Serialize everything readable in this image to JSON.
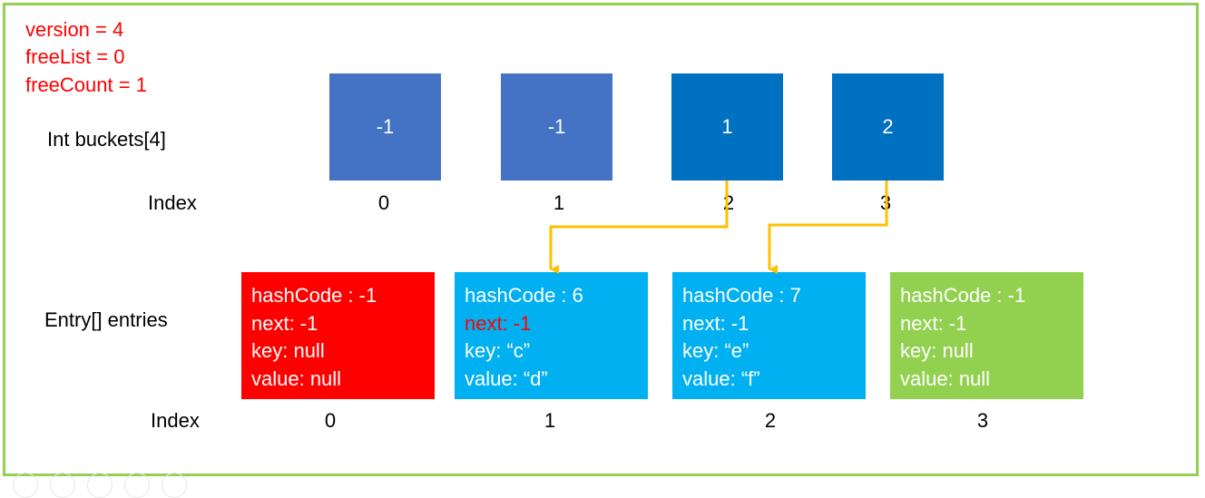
{
  "status": {
    "version": "version = 4",
    "freeList": "freeList = 0",
    "freeCount": "freeCount = 1"
  },
  "buckets": {
    "label": "Int buckets[4]",
    "index_label": "Index",
    "values": [
      "-1",
      "-1",
      "1",
      "2"
    ],
    "indices": [
      "0",
      "1",
      "2",
      "3"
    ],
    "colors": [
      "#4472c4",
      "#4472c4",
      "#0070c0",
      "#0070c0"
    ]
  },
  "entries": {
    "label": "Entry[] entries",
    "index_label": "Index",
    "indices": [
      "0",
      "1",
      "2",
      "3"
    ],
    "items": [
      {
        "hashCode": "hashCode : -1",
        "next": "next: -1",
        "key": "key: null",
        "value": "value: null",
        "color": "#ff0000"
      },
      {
        "hashCode": "hashCode : 6",
        "next": "next: -1",
        "key": "key: “c”",
        "value": "value: “d”",
        "color": "#00b0f0",
        "next_color": "#ff0000"
      },
      {
        "hashCode": "hashCode : 7",
        "next": "next: -1",
        "key": "key: “e”",
        "value": "value: “f”",
        "color": "#00b0f0"
      },
      {
        "hashCode": "hashCode : -1",
        "next": "next: -1",
        "key": "key: null",
        "value": "value: null",
        "color": "#92d050"
      }
    ]
  },
  "colors": {
    "frame": "#92d050",
    "arrow": "#ffc000",
    "status_text": "#ff0000"
  }
}
